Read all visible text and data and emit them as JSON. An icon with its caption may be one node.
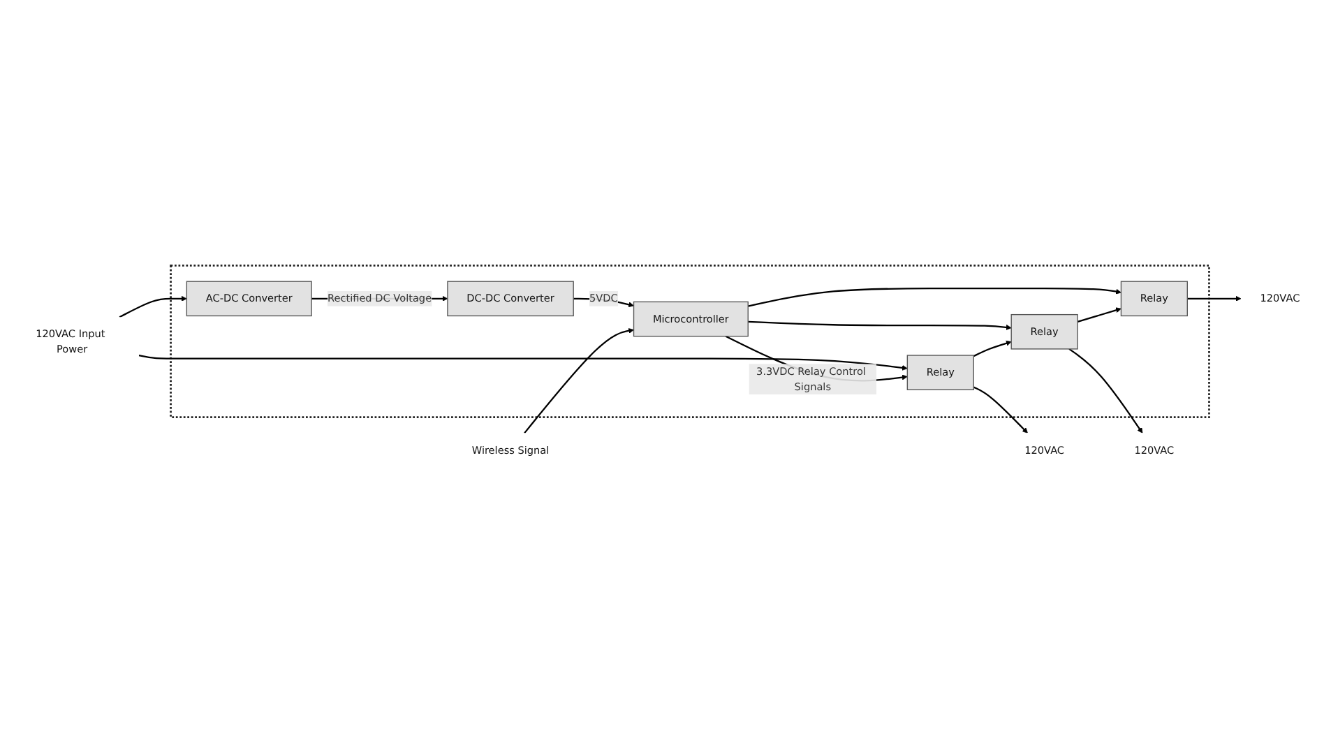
{
  "diagram": {
    "nodes": [
      {
        "text": [
          "120VAC Input Power"
        ]
      },
      {
        "text": [],
        "shape": "box"
      },
      {
        "text": [
          "AC-DC Converter"
        ],
        "in": 1
      },
      {
        "text": [
          "DC-DC Converter"
        ],
        "in": 1
      },
      {
        "text": [
          "Microcontroller"
        ],
        "in": 1
      },
      {
        "text": [
          "Relay"
        ],
        "in": 1
      },
      {
        "text": [
          "Relay"
        ],
        "in": 1
      },
      {
        "text": [
          "Relay"
        ],
        "in": 1
      },
      {
        "text": [
          "120VAC"
        ]
      },
      {
        "text": [
          "120VAC"
        ]
      },
      {
        "text": [
          "120VAC"
        ]
      },
      {
        "text": [
          "Wireless Signal"
        ]
      }
    ],
    "edges": [
      {
        "from": 0,
        "to": 2,
        "arrow": "to"
      },
      {
        "from": 0,
        "to": 5,
        "arrow": "to"
      },
      {
        "from": 2,
        "to": 3,
        "arrow": "to",
        "label": "Rectified DC Voltage"
      },
      {
        "from": 3,
        "to": 4,
        "arrow": "to",
        "label": "5VDC"
      },
      {
        "from": 4,
        "to": 5,
        "arrow": "to",
        "label": "3.3VDC Relay Control Signals"
      },
      {
        "from": 4,
        "to": 6,
        "arrow": "to"
      },
      {
        "from": 4,
        "to": 7,
        "arrow": "to"
      },
      {
        "from": 5,
        "to": 6,
        "arrow": "to"
      },
      {
        "from": 6,
        "to": 7,
        "arrow": "to"
      },
      {
        "from": 5,
        "to": 8,
        "arrow": "to"
      },
      {
        "from": 6,
        "to": 9,
        "arrow": "to"
      },
      {
        "from": 7,
        "to": 10,
        "arrow": "to"
      },
      {
        "from": 11,
        "to": 4,
        "arrow": "to"
      }
    ]
  }
}
